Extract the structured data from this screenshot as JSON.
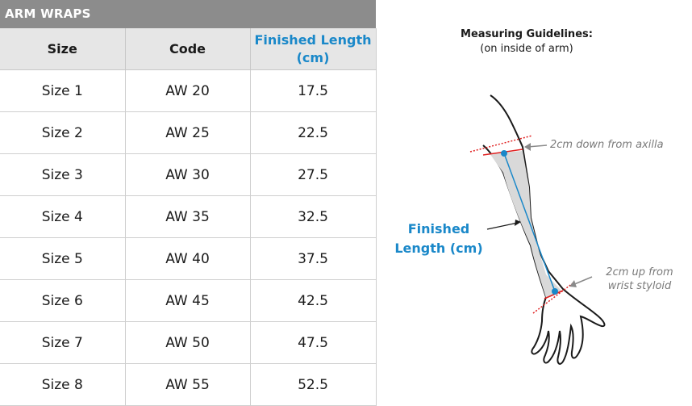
{
  "table": {
    "title": "ARM WRAPS",
    "headers": {
      "size": "Size",
      "code": "Code",
      "length_line1": "Finished Length",
      "length_line2": "(cm)"
    },
    "rows": [
      {
        "size": "Size 1",
        "code": "AW 20",
        "length": "17.5"
      },
      {
        "size": "Size 2",
        "code": "AW 25",
        "length": "22.5"
      },
      {
        "size": "Size 3",
        "code": "AW 30",
        "length": "27.5"
      },
      {
        "size": "Size 4",
        "code": "AW 35",
        "length": "32.5"
      },
      {
        "size": "Size 5",
        "code": "AW 40",
        "length": "37.5"
      },
      {
        "size": "Size 6",
        "code": "AW 45",
        "length": "42.5"
      },
      {
        "size": "Size 7",
        "code": "AW 50",
        "length": "47.5"
      },
      {
        "size": "Size 8",
        "code": "AW 55",
        "length": "52.5"
      }
    ]
  },
  "diagram": {
    "title_line1": "Measuring Guidelines:",
    "title_line2": "(on inside of arm)",
    "finished_line1": "Finished",
    "finished_line2": "Length (cm)",
    "top_note": "2cm down from axilla",
    "bottom_note_line1": "2cm up from",
    "bottom_note_line2": "wrist styloid"
  },
  "colors": {
    "title_bar": "#8c8c8c",
    "header_bg": "#e6e6e6",
    "accent_blue": "#1a88c9",
    "guide_red": "#e02020",
    "arm_fill": "#d9d9d9"
  }
}
